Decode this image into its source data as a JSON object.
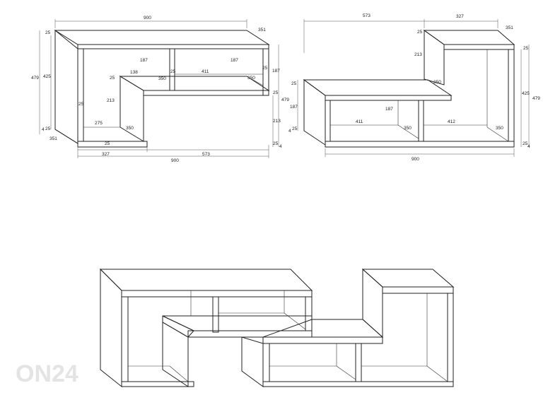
{
  "view1": {
    "width_total": "900",
    "depth_top": "351",
    "height_total": "479",
    "height_inner": "425",
    "top_thickness": "25",
    "left_inner_height": "25",
    "foot": "4",
    "mid_shelf_gap": "187",
    "mid_shelf_gap_right": "187",
    "small_depth": "138",
    "small_thickness": "25",
    "divider_depth": "350",
    "divider_thickness": "25",
    "shelf_width": "411",
    "shelf_depth": "350",
    "right_thickness": "25",
    "right_187": "187",
    "right_25": "25",
    "right_479": "479",
    "lower_gap": "213",
    "right_213": "213",
    "bottom_275": "275",
    "bottom_350": "350",
    "bottom_25": "25",
    "base_25": "25",
    "base_4": "4",
    "depth_bottom": "351",
    "base_label": "25",
    "seg_left": "327",
    "seg_right": "573",
    "width_bottom": "900"
  },
  "view2": {
    "top_573": "573",
    "top_327": "327",
    "depth_351": "351",
    "top_25": "25",
    "right_25": "25",
    "upper_213": "213",
    "depth_350": "350",
    "left_25": "25",
    "left_187": "187",
    "mid_187": "187",
    "left_4": "4",
    "left_25b": "25",
    "shelf_411": "411",
    "shelf_350": "350",
    "shelf_412": "412",
    "shelf_350b": "350",
    "right_425": "425",
    "right_479": "479",
    "base_25": "25",
    "base_4": "4",
    "width_900": "900"
  },
  "watermark": "ON24"
}
